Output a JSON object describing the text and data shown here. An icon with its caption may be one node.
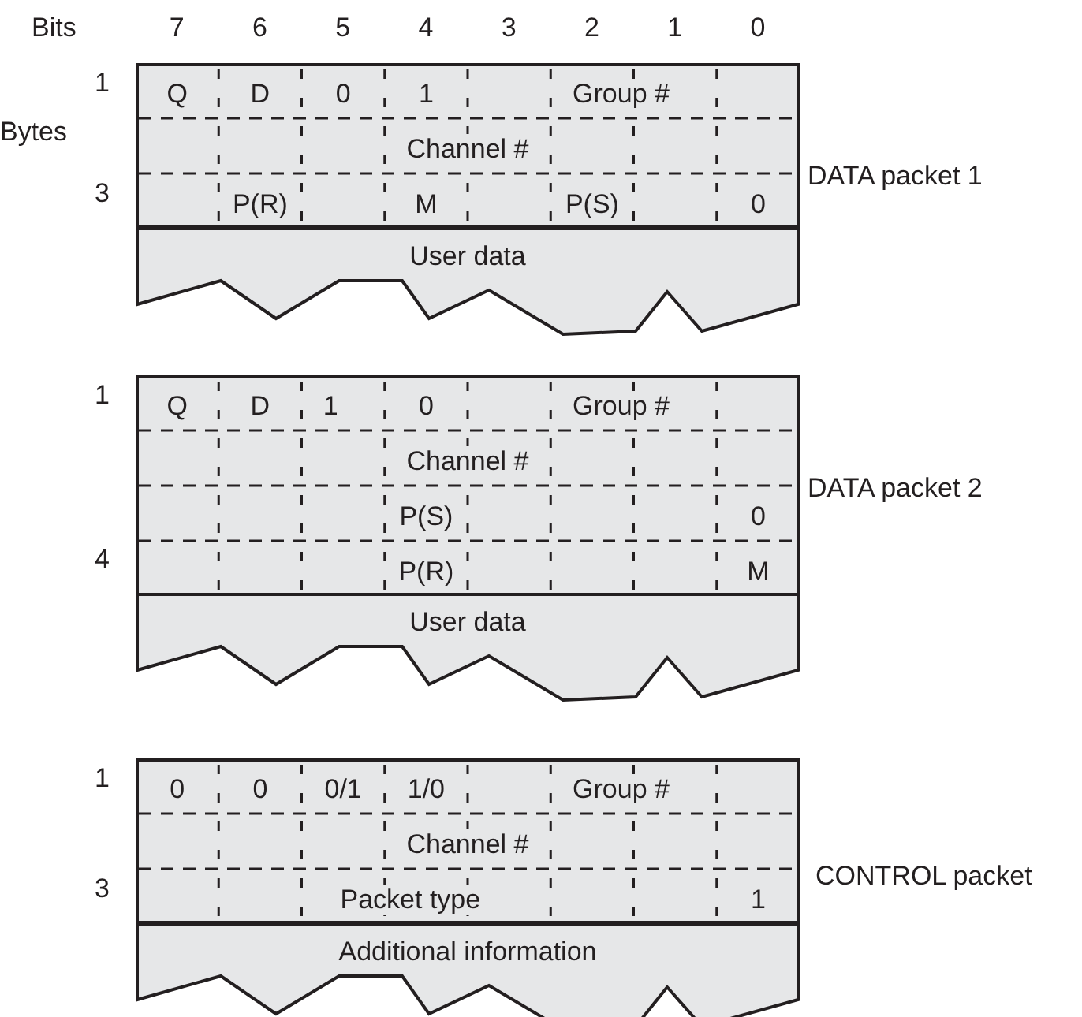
{
  "diagram": {
    "nodes": [
      {
        "text": [
          "Q",
          "D",
          "0",
          "1",
          "Group #",
          "Channel #",
          "P(R)",
          "M",
          "P(S)",
          "0"
        ],
        "beside": [
          "DATA packet 1"
        ]
      },
      {
        "text": [
          "User data"
        ]
      },
      {
        "text": [
          "Q",
          "D",
          "1",
          "0",
          "Group #",
          "Channel #",
          "P(S)",
          "0",
          "P(R)",
          "M"
        ],
        "beside": [
          "DATA packet 2"
        ]
      },
      {
        "text": [
          "User data"
        ]
      },
      {
        "text": [
          "0",
          "0",
          "0/1",
          "1/0",
          "Group #",
          "Channel #",
          "Packet type",
          "1"
        ],
        "beside": [
          "CONTROL packet"
        ]
      },
      {
        "text": [
          "Additional information"
        ]
      }
    ],
    "edges": [],
    "labels": [
      "Bits",
      "7",
      "6",
      "5",
      "4",
      "3",
      "2",
      "1",
      "0",
      "1",
      "Bytes",
      "3",
      "1",
      "4",
      "1",
      "3"
    ]
  }
}
